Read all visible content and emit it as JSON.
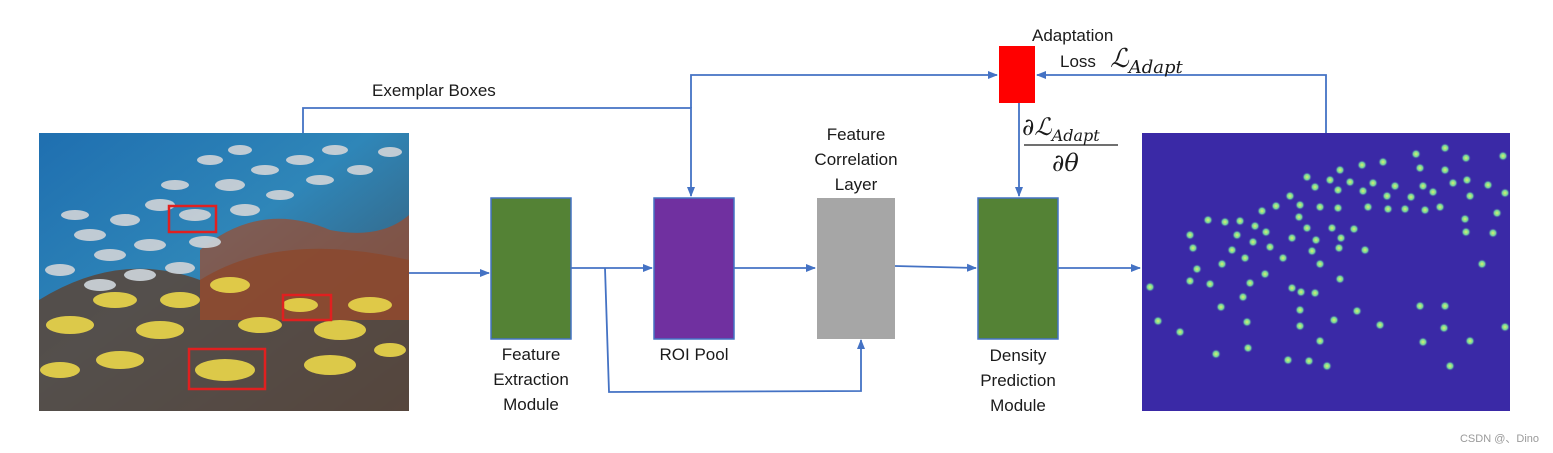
{
  "labels": {
    "exemplar_boxes": "Exemplar Boxes",
    "adaptation_line1": "Adaptation",
    "adaptation_line2": "Loss",
    "loss_symbol": "ℒ",
    "loss_subscript": "Adapt",
    "grad_partial": "∂",
    "grad_theta": "∂θ",
    "feature_correlation": [
      "Feature",
      "Correlation",
      "Layer"
    ],
    "feature_extraction": [
      "Feature",
      "Extraction",
      "Module"
    ],
    "roi_pool": "ROI Pool",
    "density_prediction": [
      "Density",
      "Prediction",
      "Module"
    ]
  },
  "colors": {
    "arrow": "#4472c4",
    "feature_extraction": "#548235",
    "roi_pool": "#7030a0",
    "feature_correlation": "#a6a6a6",
    "density_prediction": "#548235",
    "adaptation_loss": "#ff0000",
    "exemplar_box": "#e02020",
    "density_bg": "#3a29a6",
    "density_dot": "#c8f060"
  },
  "watermark": "CSDN @、Dino"
}
